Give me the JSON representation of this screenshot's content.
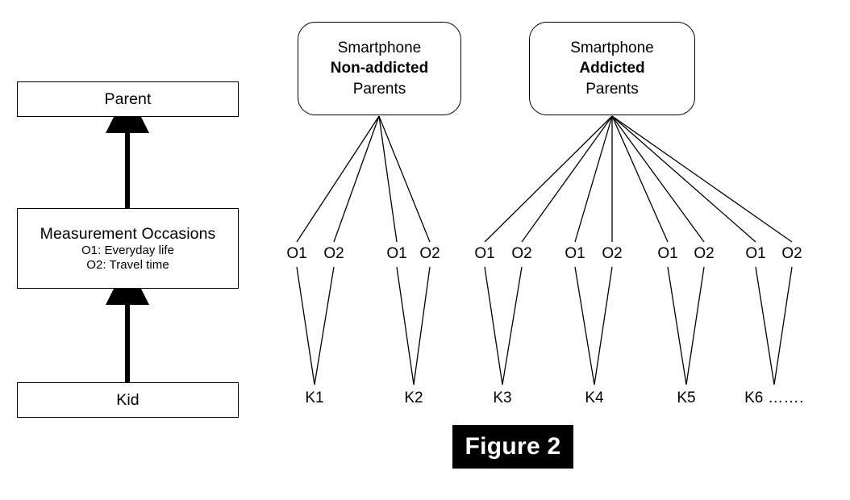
{
  "figure": {
    "caption": "Figure 2",
    "caption_bg": "#000000",
    "caption_fg": "#ffffff"
  },
  "legend_panel": {
    "levels": [
      {
        "id": "parent",
        "title": "Parent",
        "sublines": []
      },
      {
        "id": "measurement-occasions",
        "title": "Measurement Occasions",
        "sublines": [
          "O1: Everyday life",
          "O2: Travel time"
        ]
      },
      {
        "id": "kid",
        "title": "Kid",
        "sublines": []
      }
    ],
    "arrows": [
      {
        "from": "kid",
        "to": "measurement-occasions"
      },
      {
        "from": "measurement-occasions",
        "to": "parent"
      }
    ]
  },
  "model_panel": {
    "groups": [
      {
        "id": "non-addicted",
        "line1": "Smartphone",
        "line2": "Non-addicted",
        "line3": "Parents",
        "occasion_count": 4,
        "kid_count": 2
      },
      {
        "id": "addicted",
        "line1": "Smartphone",
        "line2": "Addicted",
        "line3": "Parents",
        "occasion_count": 8,
        "kid_count": 4
      }
    ],
    "occasion_labels": [
      "O1",
      "O2",
      "O1",
      "O2",
      "O1",
      "O2",
      "O1",
      "O2",
      "O1",
      "O2",
      "O1",
      "O2"
    ],
    "kid_labels": [
      {
        "text": "K1",
        "trailing": ""
      },
      {
        "text": "K2",
        "trailing": ""
      },
      {
        "text": "K3",
        "trailing": ""
      },
      {
        "text": "K4",
        "trailing": ""
      },
      {
        "text": "K5",
        "trailing": ""
      },
      {
        "text": "K6",
        "trailing": " ……."
      }
    ]
  },
  "style": {
    "line_color": "#000000",
    "background": "#ffffff"
  }
}
